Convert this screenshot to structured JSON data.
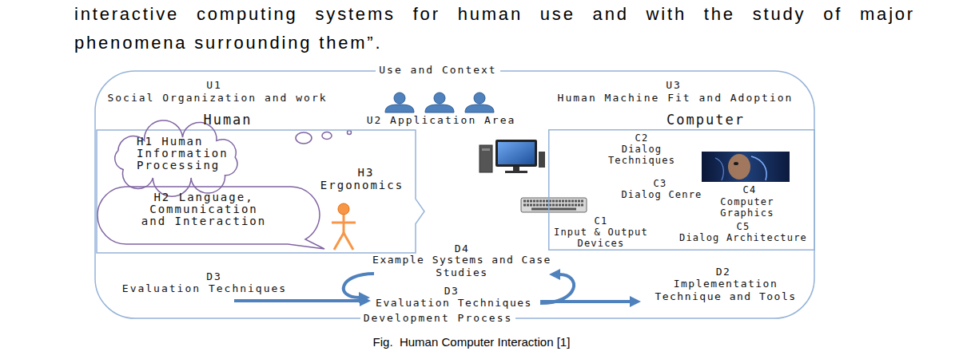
{
  "diagram": {
    "caption": "Fig.  Human Computer Interaction [1]",
    "nodes": [
      {
        "text": [
          "Use and Context",
          "Development Process"
        ]
      },
      {
        "text": [
          "Human"
        ],
        "in": 0
      },
      {
        "text": [
          "H1 Human Information Processing"
        ],
        "in": 1
      },
      {
        "text": [
          "H2 Language, Communication and Interaction"
        ],
        "in": 1
      },
      {
        "text": [
          "Computer"
        ],
        "in": 0
      }
    ],
    "labels": [
      "interactive computing systems for human use and with the study of major phenomena surrounding them”.",
      "U1",
      "Social Organization and work",
      "U2 Application Area",
      "U3",
      "Human Machine Fit and Adoption",
      "H3",
      "Ergonomics",
      "C2",
      "Dialog Techniques",
      "C3",
      "Dialog Cenre",
      "C4",
      "Computer Graphics",
      "C1",
      "Input & Output Devices",
      "C5",
      "Dialog Architecture",
      "D4",
      "Example Systems and Case Studies",
      "D3",
      "Evaluation Techniques",
      "D3",
      "Evaluation Techniques",
      "D2",
      "Implementation Technique and Tools"
    ]
  }
}
